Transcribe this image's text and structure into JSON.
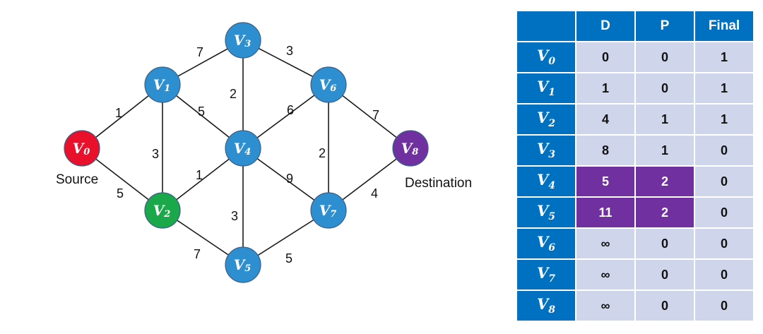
{
  "graph": {
    "nodes": [
      {
        "id": "V0",
        "letter": "V",
        "sub": "0",
        "color": "#e8102a"
      },
      {
        "id": "V1",
        "letter": "V",
        "sub": "1",
        "color": "#2e8fd0"
      },
      {
        "id": "V2",
        "letter": "V",
        "sub": "2",
        "color": "#1aa84a"
      },
      {
        "id": "V3",
        "letter": "V",
        "sub": "3",
        "color": "#2e8fd0"
      },
      {
        "id": "V4",
        "letter": "V",
        "sub": "4",
        "color": "#2e8fd0"
      },
      {
        "id": "V5",
        "letter": "V",
        "sub": "5",
        "color": "#2e8fd0"
      },
      {
        "id": "V6",
        "letter": "V",
        "sub": "6",
        "color": "#2e8fd0"
      },
      {
        "id": "V7",
        "letter": "V",
        "sub": "7",
        "color": "#2e8fd0"
      },
      {
        "id": "V8",
        "letter": "V",
        "sub": "8",
        "color": "#7030a0"
      }
    ],
    "edges": [
      {
        "from": "V0",
        "to": "V1",
        "weight": "1"
      },
      {
        "from": "V0",
        "to": "V2",
        "weight": "5"
      },
      {
        "from": "V1",
        "to": "V3",
        "weight": "7"
      },
      {
        "from": "V1",
        "to": "V2",
        "weight": "3"
      },
      {
        "from": "V1",
        "to": "V4",
        "weight": "5"
      },
      {
        "from": "V3",
        "to": "V4",
        "weight": "2"
      },
      {
        "from": "V3",
        "to": "V6",
        "weight": "3"
      },
      {
        "from": "V2",
        "to": "V4",
        "weight": "1"
      },
      {
        "from": "V4",
        "to": "V6",
        "weight": "6"
      },
      {
        "from": "V4",
        "to": "V5",
        "weight": "3"
      },
      {
        "from": "V4",
        "to": "V7",
        "weight": "9"
      },
      {
        "from": "V2",
        "to": "V5",
        "weight": "7"
      },
      {
        "from": "V6",
        "to": "V7",
        "weight": "2"
      },
      {
        "from": "V6",
        "to": "V8",
        "weight": "7"
      },
      {
        "from": "V5",
        "to": "V7",
        "weight": "5"
      },
      {
        "from": "V7",
        "to": "V8",
        "weight": "4"
      }
    ],
    "source_label": "Source",
    "destination_label": "Destination"
  },
  "table": {
    "headers": [
      "D",
      "P",
      "Final"
    ],
    "header_color": "#0070c0",
    "cell_color": "#cfd5ea",
    "highlight_color": "#7030a0",
    "rows": [
      {
        "letter": "V",
        "sub": "0",
        "D": "0",
        "P": "0",
        "Final": "1",
        "highlight": false
      },
      {
        "letter": "V",
        "sub": "1",
        "D": "1",
        "P": "0",
        "Final": "1",
        "highlight": false
      },
      {
        "letter": "V",
        "sub": "2",
        "D": "4",
        "P": "1",
        "Final": "1",
        "highlight": false
      },
      {
        "letter": "V",
        "sub": "3",
        "D": "8",
        "P": "1",
        "Final": "0",
        "highlight": false
      },
      {
        "letter": "V",
        "sub": "4",
        "D": "5",
        "P": "2",
        "Final": "0",
        "highlight": true
      },
      {
        "letter": "V",
        "sub": "5",
        "D": "11",
        "P": "2",
        "Final": "0",
        "highlight": true
      },
      {
        "letter": "V",
        "sub": "6",
        "D": "∞",
        "P": "0",
        "Final": "0",
        "highlight": false
      },
      {
        "letter": "V",
        "sub": "7",
        "D": "∞",
        "P": "0",
        "Final": "0",
        "highlight": false
      },
      {
        "letter": "V",
        "sub": "8",
        "D": "∞",
        "P": "0",
        "Final": "0",
        "highlight": false
      }
    ]
  }
}
